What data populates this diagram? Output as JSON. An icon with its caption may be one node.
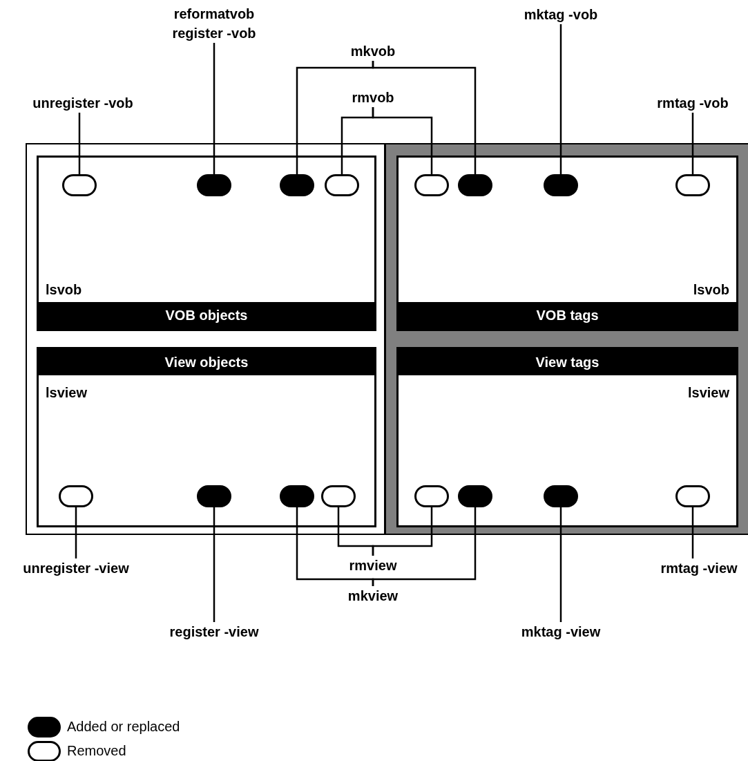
{
  "diagram": {
    "nodes": [
      {
        "text": [],
        "shape": "box"
      },
      {
        "text": [],
        "shape": "box"
      },
      {
        "text": [
          "lsvob"
        ],
        "in": 0
      },
      {
        "text": [
          "VOB objects"
        ],
        "in": 2
      },
      {
        "text": [
          "lsview"
        ],
        "in": 0
      },
      {
        "text": [
          "View objects"
        ],
        "in": 4
      },
      {
        "text": [
          "lsvob"
        ],
        "in": 1
      },
      {
        "text": [
          "VOB tags"
        ],
        "in": 6
      },
      {
        "text": [
          "lsview"
        ],
        "in": 1
      },
      {
        "text": [
          "View tags"
        ],
        "in": 8
      },
      {
        "text": [],
        "shape": "oval",
        "in": 2
      },
      {
        "text": [],
        "shape": "oval",
        "in": 2
      },
      {
        "text": [],
        "shape": "oval",
        "in": 2
      },
      {
        "text": [],
        "shape": "oval",
        "in": 2
      },
      {
        "text": [],
        "shape": "oval",
        "in": 6
      },
      {
        "text": [],
        "shape": "oval",
        "in": 6
      },
      {
        "text": [],
        "shape": "oval",
        "in": 6
      },
      {
        "text": [],
        "shape": "oval",
        "in": 6
      },
      {
        "text": [],
        "shape": "oval",
        "in": 4
      },
      {
        "text": [],
        "shape": "oval",
        "in": 4
      },
      {
        "text": [],
        "shape": "oval",
        "in": 4
      },
      {
        "text": [],
        "shape": "oval",
        "in": 4
      },
      {
        "text": [],
        "shape": "oval",
        "in": 8
      },
      {
        "text": [],
        "shape": "oval",
        "in": 8
      },
      {
        "text": [],
        "shape": "oval",
        "in": 8
      },
      {
        "text": [],
        "shape": "oval",
        "in": 8
      },
      {
        "text": [
          "reformatvob",
          "register -vob"
        ]
      },
      {
        "text": [
          "unregister -vob"
        ]
      },
      {
        "text": [
          "mkvob"
        ]
      },
      {
        "text": [
          "rmvob"
        ]
      },
      {
        "text": [
          "mktag -vob"
        ]
      },
      {
        "text": [
          "rmtag -vob"
        ]
      },
      {
        "text": [
          "unregister -view"
        ]
      },
      {
        "text": [
          "register -view"
        ]
      },
      {
        "text": [
          "rmview"
        ]
      },
      {
        "text": [
          "mkview"
        ]
      },
      {
        "text": [
          "mktag -view"
        ]
      },
      {
        "text": [
          "rmtag -view"
        ]
      }
    ],
    "edges": [
      {
        "from": 27,
        "to": 10,
        "arrow": "none"
      },
      {
        "from": 26,
        "to": 11,
        "arrow": "none"
      },
      {
        "from": 28,
        "to": 12,
        "arrow": "none"
      },
      {
        "from": 28,
        "to": 15,
        "arrow": "none"
      },
      {
        "from": 29,
        "to": 13,
        "arrow": "none"
      },
      {
        "from": 29,
        "to": 14,
        "arrow": "none"
      },
      {
        "from": 30,
        "to": 16,
        "arrow": "none"
      },
      {
        "from": 31,
        "to": 17,
        "arrow": "none"
      },
      {
        "from": 32,
        "to": 18,
        "arrow": "none"
      },
      {
        "from": 33,
        "to": 19,
        "arrow": "none"
      },
      {
        "from": 34,
        "to": 21,
        "arrow": "none"
      },
      {
        "from": 34,
        "to": 22,
        "arrow": "none"
      },
      {
        "from": 35,
        "to": 20,
        "arrow": "none"
      },
      {
        "from": 35,
        "to": 23,
        "arrow": "none"
      },
      {
        "from": 36,
        "to": 24,
        "arrow": "none"
      },
      {
        "from": 37,
        "to": 25,
        "arrow": "none"
      }
    ],
    "legend": [
      {
        "text": "Added or replaced",
        "color": "#000000"
      },
      {
        "text": "Removed",
        "color": "#ffffff"
      }
    ]
  }
}
